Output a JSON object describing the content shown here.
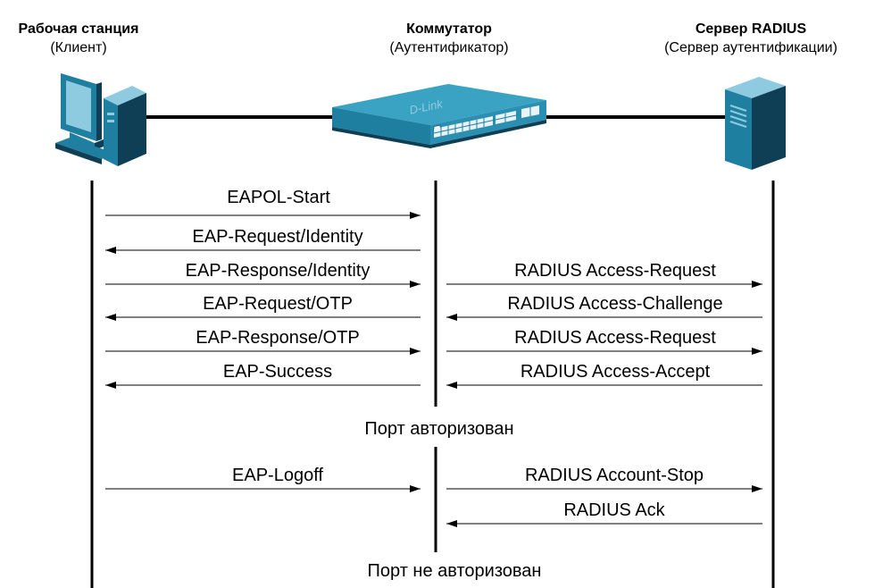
{
  "colors": {
    "icon_fill": "#1f7fa0",
    "icon_dark": "#0e3f55",
    "icon_light": "#8fcbe0",
    "switch_front": "#2a8fb1",
    "line": "#000000",
    "text": "#000000"
  },
  "nodes": [
    {
      "id": "client",
      "title": "Рабочая станция",
      "subtitle": "(Клиент)",
      "icon": "workstation-icon"
    },
    {
      "id": "switch",
      "title": "Коммутатор",
      "subtitle": "(Аутентификатор)",
      "icon": "switch-icon",
      "brand": "D-Link"
    },
    {
      "id": "server",
      "title": "Сервер RADIUS",
      "subtitle": "(Сервер аутентификации)",
      "icon": "server-icon"
    }
  ],
  "messages_left": [
    {
      "label": "EAPOL-Start",
      "direction": "right"
    },
    {
      "label": "EAP-Request/Identity",
      "direction": "left"
    },
    {
      "label": "EAP-Response/Identity",
      "direction": "right"
    },
    {
      "label": "EAP-Request/OTP",
      "direction": "left"
    },
    {
      "label": "EAP-Response/OTP",
      "direction": "right"
    },
    {
      "label": "EAP-Success",
      "direction": "left"
    },
    {
      "label": "EAP-Logoff",
      "direction": "right"
    }
  ],
  "messages_right": [
    {
      "label": "RADIUS Access-Request",
      "direction": "right"
    },
    {
      "label": "RADIUS Access-Challenge",
      "direction": "left"
    },
    {
      "label": "RADIUS Access-Request",
      "direction": "right"
    },
    {
      "label": "RADIUS Access-Accept",
      "direction": "left"
    },
    {
      "label": "RADIUS Account-Stop",
      "direction": "right"
    },
    {
      "label": "RADIUS Ack",
      "direction": "left"
    }
  ],
  "states": {
    "authorized": "Порт авторизован",
    "unauthorized": "Порт не авторизован"
  }
}
